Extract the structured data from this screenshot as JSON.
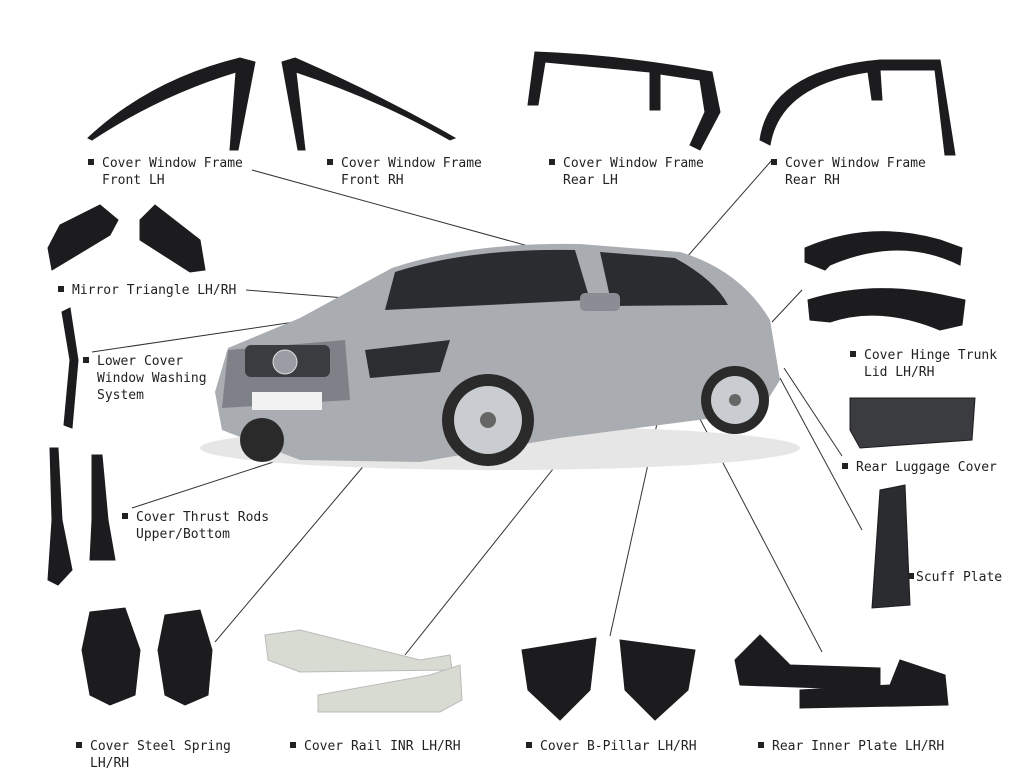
{
  "labels": [
    {
      "id": "cover-window-frame-front-lh",
      "l1": "Cover Window Frame",
      "l2": "Front LH"
    },
    {
      "id": "cover-window-frame-front-rh",
      "l1": "Cover Window Frame",
      "l2": "Front RH"
    },
    {
      "id": "cover-window-frame-rear-lh",
      "l1": "Cover Window Frame",
      "l2": "Rear LH"
    },
    {
      "id": "cover-window-frame-rear-rh",
      "l1": "Cover Window Frame",
      "l2": "Rear RH"
    },
    {
      "id": "mirror-triangle",
      "l1": "Mirror Triangle LH/RH",
      "l2": ""
    },
    {
      "id": "lower-cover-window-washing",
      "l1": "Lower Cover",
      "l2": "Window Washing\nSystem"
    },
    {
      "id": "cover-hinge-trunk-lid",
      "l1": "Cover Hinge Trunk",
      "l2": "Lid LH/RH"
    },
    {
      "id": "rear-luggage-cover",
      "l1": "Rear Luggage Cover",
      "l2": ""
    },
    {
      "id": "cover-thrust-rods",
      "l1": "Cover Thrust Rods",
      "l2": "Upper/Bottom"
    },
    {
      "id": "scuff-plate",
      "l1": "Scuff Plate",
      "l2": ""
    },
    {
      "id": "cover-steel-spring",
      "l1": "Cover Steel Spring",
      "l2": "LH/RH"
    },
    {
      "id": "cover-rail-inr",
      "l1": "Cover Rail INR LH/RH",
      "l2": ""
    },
    {
      "id": "cover-b-pillar",
      "l1": "Cover B-Pillar LH/RH",
      "l2": ""
    },
    {
      "id": "rear-inner-plate",
      "l1": "Rear Inner Plate LH/RH",
      "l2": ""
    }
  ],
  "colors": {
    "part": "#1c1c1e",
    "car": "#a9adb2",
    "line": "#333333",
    "rail": "#d8dbd2"
  }
}
